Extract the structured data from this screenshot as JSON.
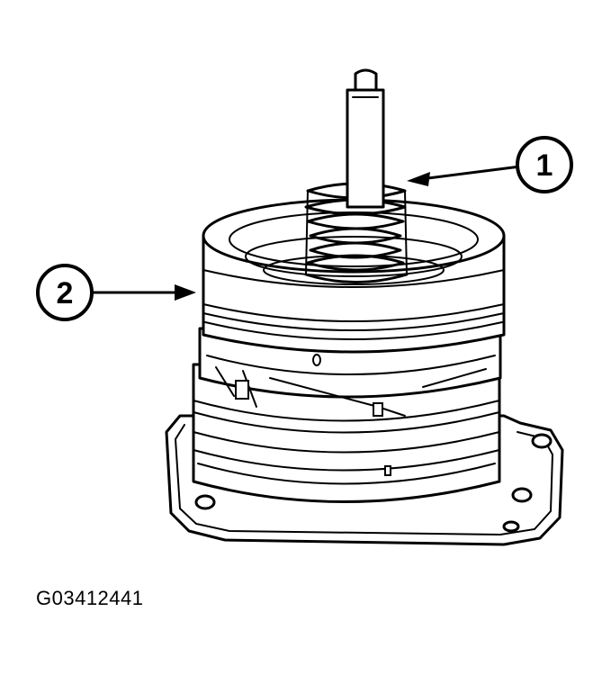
{
  "callouts": [
    {
      "number": "1"
    },
    {
      "number": "2"
    }
  ],
  "figure_id": "G03412441",
  "colors": {
    "ink": "#000000",
    "paper": "#ffffff"
  }
}
